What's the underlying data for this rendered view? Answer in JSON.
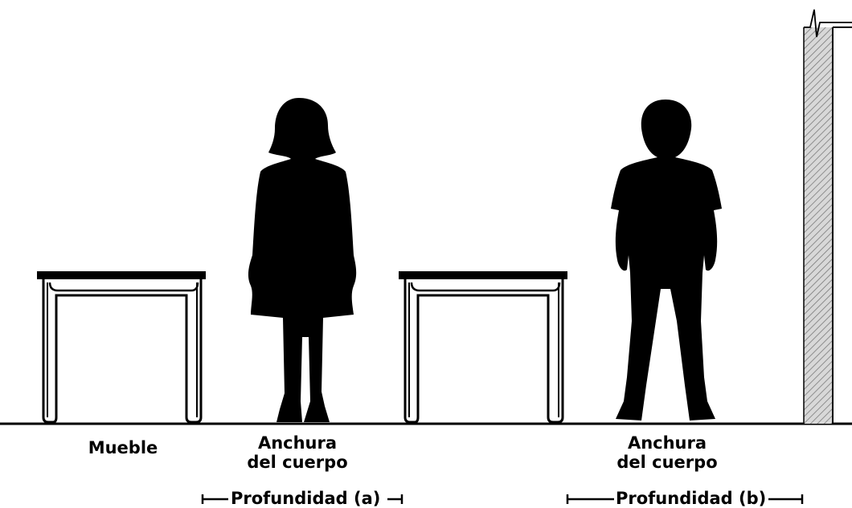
{
  "labels": {
    "furniture": "Mueble",
    "body_width_left": [
      "Anchura",
      "del cuerpo"
    ],
    "body_width_right": [
      "Anchura",
      "del cuerpo"
    ]
  },
  "dimensions": {
    "depth_a": "Profundidad (a)",
    "depth_b": "Profundidad (b)"
  },
  "colors": {
    "ink": "#000000",
    "wall_fill": "#cfcfcf"
  }
}
